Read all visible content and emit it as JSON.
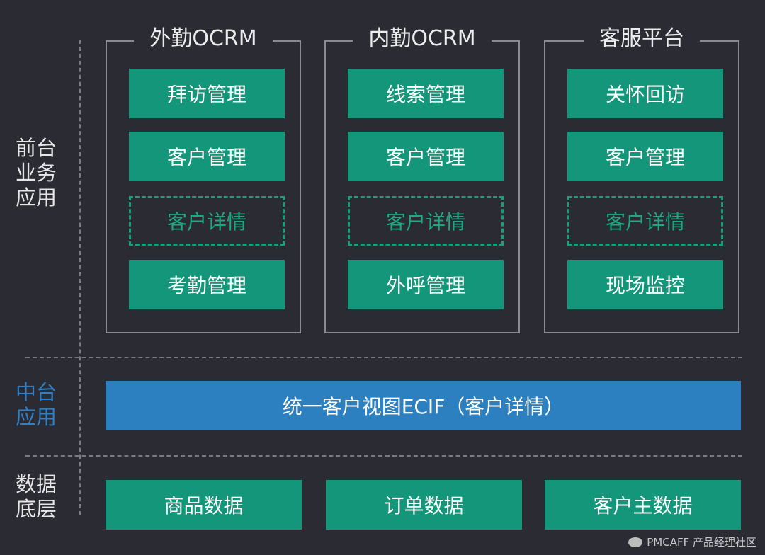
{
  "layers": {
    "front": "前台\n业务\n应用",
    "middle": "中台\n应用",
    "data": "数据\n底层"
  },
  "groups": [
    {
      "title": "外勤OCRM",
      "items": [
        "拜访管理",
        "客户管理",
        "客户详情",
        "考勤管理"
      ]
    },
    {
      "title": "内勤OCRM",
      "items": [
        "线索管理",
        "客户管理",
        "客户详情",
        "外呼管理"
      ]
    },
    {
      "title": "客服平台",
      "items": [
        "关怀回访",
        "客户管理",
        "客户详情",
        "现场监控"
      ]
    }
  ],
  "middle_bar": "统一客户视图ECIF（客户详情）",
  "data_boxes": [
    "商品数据",
    "订单数据",
    "客户主数据"
  ],
  "watermark": "PMCAFF 产品经理社区",
  "colors": {
    "background": "#2b2b33",
    "green": "#13967a",
    "blue": "#2c80c0",
    "blue_text": "#2e7fc4"
  }
}
